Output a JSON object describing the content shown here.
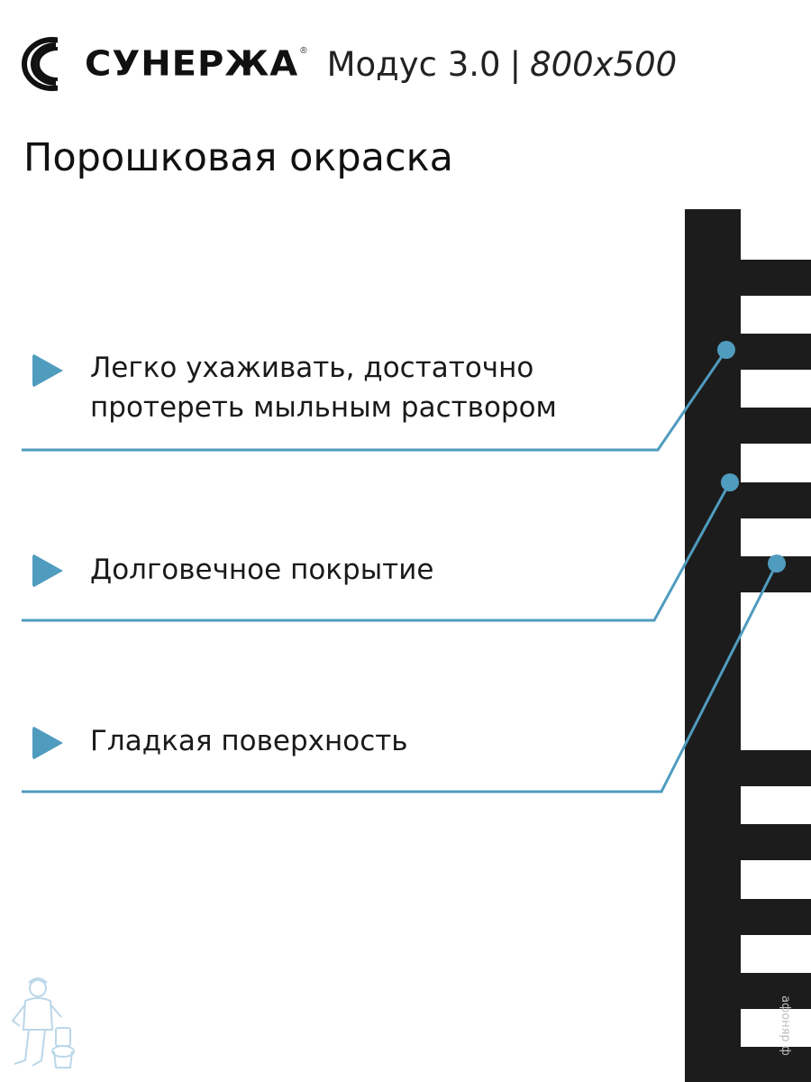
{
  "brand": {
    "name": "СУНЕРЖА",
    "registered": "®"
  },
  "model": {
    "name": "Модус 3.0",
    "separator": "|",
    "size": "800x500"
  },
  "subtitle": "Порошковая окраска",
  "features": [
    {
      "line1": "Легко ухаживать, достаточно",
      "line2": "протереть мыльным раствором"
    },
    {
      "line1": "Долговечное покрытие"
    },
    {
      "line1": "Гладкая поверхность"
    }
  ],
  "watermark": "афоняр ф",
  "colors": {
    "accent": "#4f9cbf",
    "product": "#1c1c1c",
    "text": "#1a1a1a"
  },
  "icons": [
    "logo-mark-icon",
    "triangle-bullet-icon",
    "plumber-mascot-icon"
  ]
}
